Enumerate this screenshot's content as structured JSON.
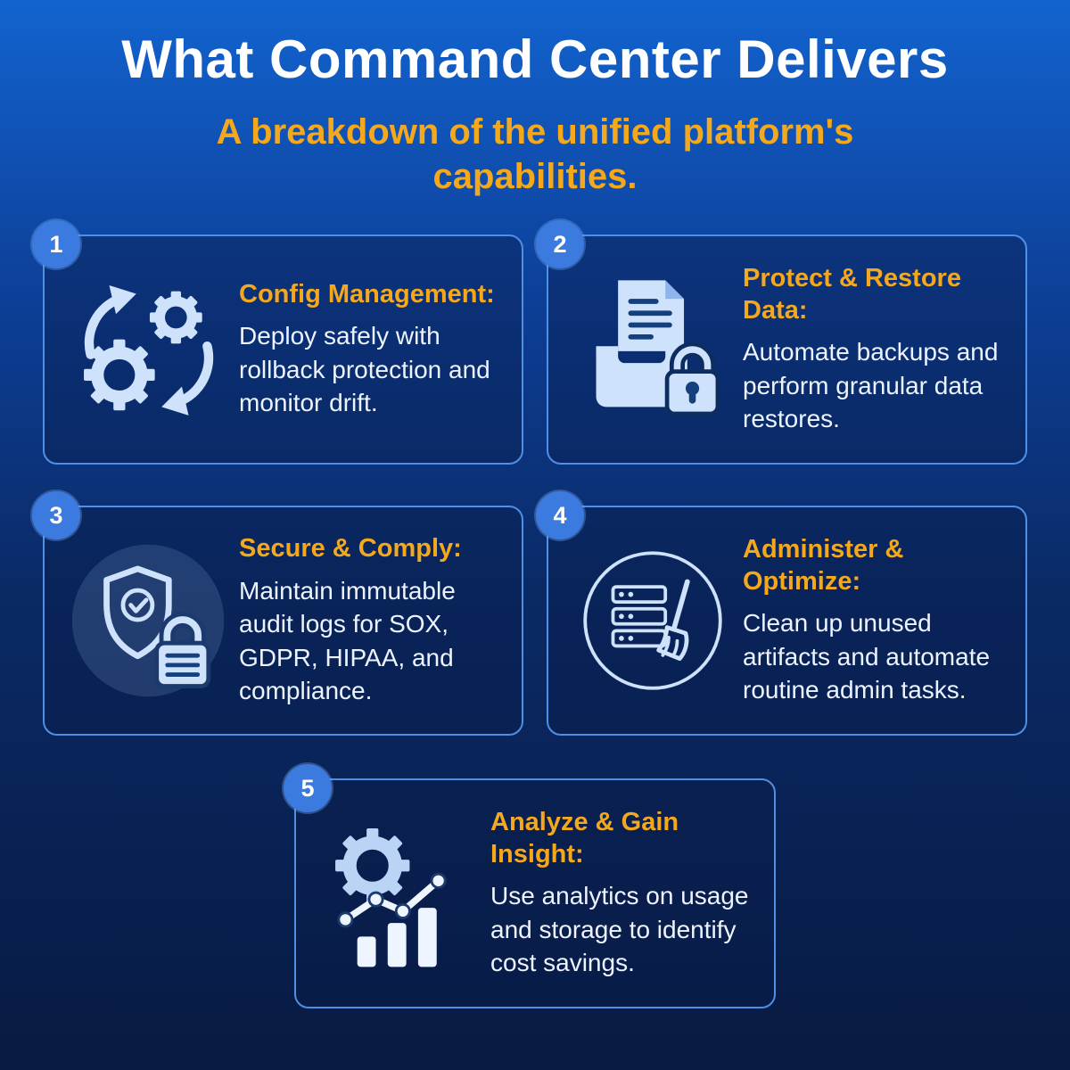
{
  "header": {
    "title": "What Command Center Delivers",
    "subtitle": "A breakdown of the unified platform's capabilities."
  },
  "colors": {
    "background_top": "#1263cf",
    "background_bottom": "#081a42",
    "accent_heading": "#f4a81d",
    "card_border": "#4f8fe6",
    "badge_fill": "#3b7ade",
    "icon_fill": "#cfe2fb",
    "body_text": "#eef4ff",
    "title_text": "#ffffff"
  },
  "cards": [
    {
      "number": "1",
      "icon": "gears-sync-icon",
      "heading": "Config Management:",
      "body": "Deploy safely with rollback protection and monitor drift."
    },
    {
      "number": "2",
      "icon": "backup-archive-lock-icon",
      "heading": "Protect & Restore Data:",
      "body": "Automate backups and perform granular data restores."
    },
    {
      "number": "3",
      "icon": "shield-check-lock-icon",
      "heading": "Secure & Comply:",
      "body": "Maintain immutable audit logs for SOX, GDPR, HIPAA, and compliance."
    },
    {
      "number": "4",
      "icon": "server-broom-icon",
      "heading": "Administer & Optimize:",
      "body": "Clean up unused artifacts and automate routine admin tasks."
    },
    {
      "number": "5",
      "icon": "analytics-gear-chart-icon",
      "heading": "Analyze & Gain Insight:",
      "body": "Use analytics on usage and storage to identify cost savings."
    }
  ]
}
